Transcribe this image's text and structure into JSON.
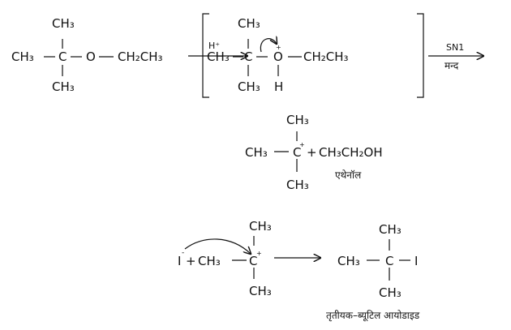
{
  "step1": {
    "reactant": {
      "ch3_top": "CH₃",
      "ch3_left": "CH₃",
      "c": "C",
      "o": "O",
      "ethyl": "CH₂CH₃",
      "ch3_bottom": "CH₃"
    },
    "arrow_label": "H⁺",
    "intermediate": {
      "ch3_top": "CH₃",
      "ch3_left": "CH₃",
      "c": "C",
      "o": "O",
      "o_charge": "+",
      "ethyl": "CH₂CH₃",
      "ch3_bottom": "CH₃",
      "h": "H"
    },
    "arrow2_top": "SN1",
    "arrow2_bottom": "मन्द"
  },
  "step2": {
    "ch3_top": "CH₃",
    "ch3_left": "CH₃",
    "c": "C",
    "c_charge": "+",
    "plus": "+",
    "ethanol": "CH₃CH₂OH",
    "ethanol_name": "एथेनॉल",
    "ch3_bottom": "CH₃"
  },
  "step3": {
    "iodide": "I",
    "iodide_charge": "-",
    "plus": "+",
    "ch3_left": "CH₃",
    "c": "C",
    "c_charge": "+",
    "ch3_top": "CH₃",
    "ch3_bottom": "CH₃",
    "product": {
      "ch3_top": "CH₃",
      "ch3_left": "CH₃",
      "c": "C",
      "i": "I",
      "ch3_bottom": "CH₃"
    },
    "product_name": "तृतीयक–ब्यूटिल आयोडाइड"
  }
}
